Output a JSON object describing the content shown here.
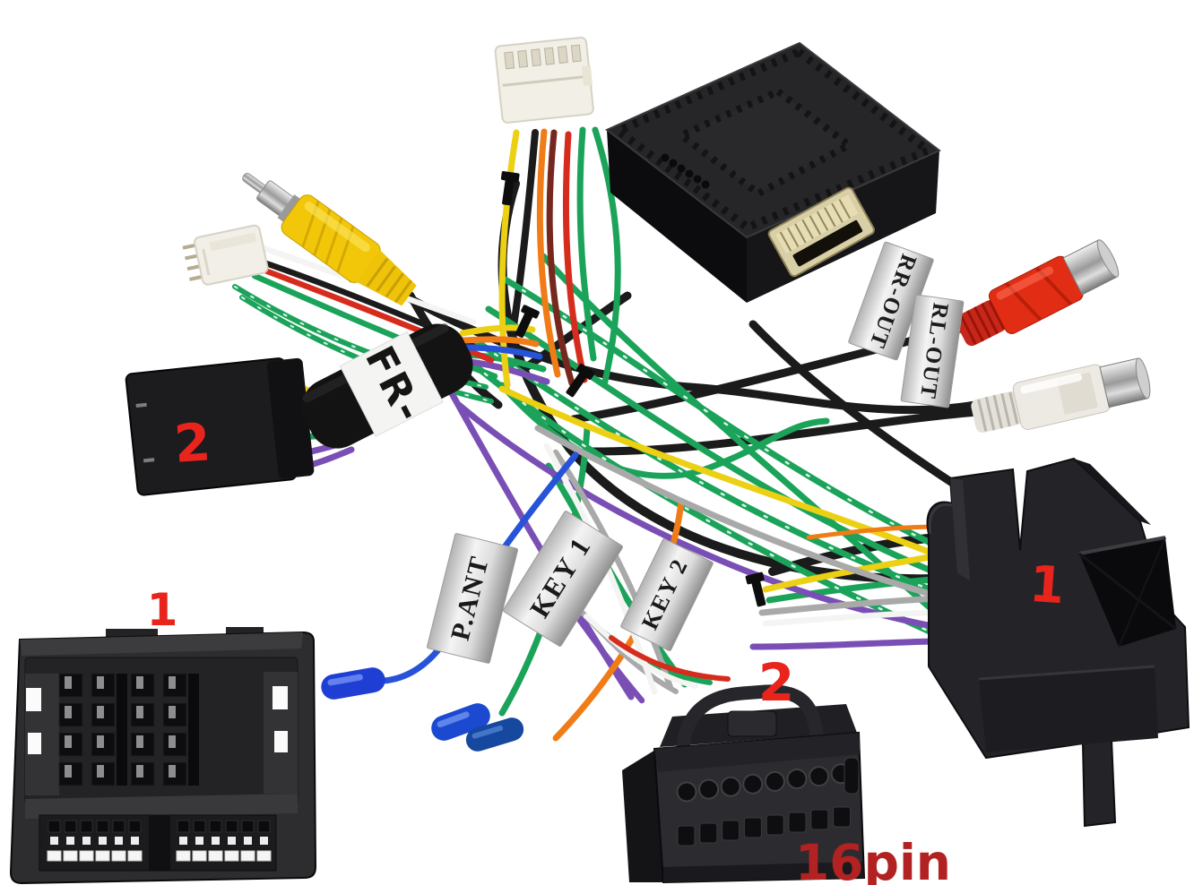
{
  "markers": {
    "color": "#e8241c",
    "quadlock_left": "1",
    "iso_connector": "2",
    "quadlock_right": "1",
    "head_unit_plug": "2"
  },
  "labels": {
    "bundle_tag": "FR-",
    "antenna_tag": "P.ANT",
    "key1_tag": "KEY 1",
    "key2_tag": "KEY 2",
    "rr_out_tag": "RR-OUT",
    "rl_out_tag": "RL-OUT"
  },
  "caption": {
    "pin_count": "16pin",
    "color": "#b22222"
  },
  "palette": {
    "background": "#ffffff",
    "wire_green": "#1ba35a",
    "wire_purple": "#7a4fb5",
    "wire_yellow": "#ecd014",
    "wire_orange": "#f07c18",
    "wire_blue": "#2653d8",
    "wire_gray": "#a9a9a9",
    "wire_black": "#1b1b1b",
    "wire_red": "#d62c1e",
    "wire_maroon": "#77281e",
    "wire_white": "#f4f4f2",
    "rca_red": "#e22d15",
    "rca_white": "#edeae4",
    "rca_yellow": "#f2c70a",
    "connector_black": "#232323",
    "tag_silver": "#d8d8d8"
  }
}
